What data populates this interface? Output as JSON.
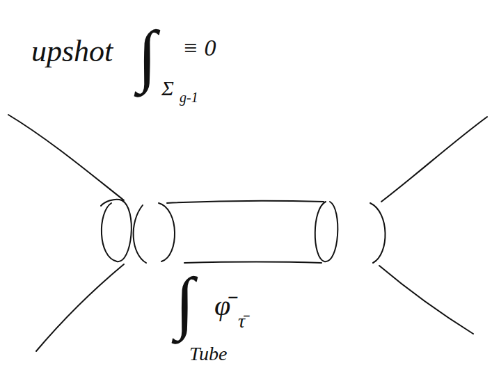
{
  "diagram": {
    "labels": [
      "upshot",
      "∫",
      "Σ",
      "g-1",
      "≡ 0",
      "∫",
      "Tube",
      "φ̄",
      "τ̄"
    ]
  }
}
